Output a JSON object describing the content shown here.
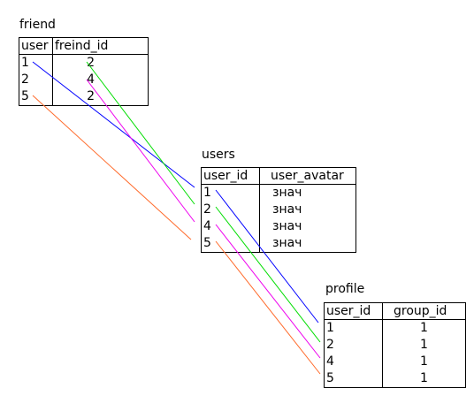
{
  "friend": {
    "caption": "friend",
    "headers": [
      "user",
      "freind_id"
    ],
    "rows": [
      [
        "1",
        "2"
      ],
      [
        "2",
        "4"
      ],
      [
        "5",
        "2"
      ]
    ]
  },
  "users": {
    "caption": "users",
    "headers": [
      "user_id",
      "user_avatar"
    ],
    "rows": [
      [
        "1",
        "знач"
      ],
      [
        "2",
        "знач"
      ],
      [
        "4",
        "знач"
      ],
      [
        "5",
        "знач"
      ]
    ]
  },
  "profile": {
    "caption": "profile",
    "headers": [
      "user_id",
      "group_id"
    ],
    "rows": [
      [
        "1",
        "1"
      ],
      [
        "2",
        "1"
      ],
      [
        "4",
        "1"
      ],
      [
        "5",
        "1"
      ]
    ]
  },
  "links": [
    {
      "from": "friend.user.1",
      "to": "users.user_id.1",
      "color": "#0000ff"
    },
    {
      "from": "friend.freind_id.2",
      "to": "users.user_id.2",
      "color": "#00dd00"
    },
    {
      "from": "friend.freind_id.4",
      "to": "users.user_id.4",
      "color": "#ee00ee"
    },
    {
      "from": "friend.user.5",
      "to": "users.user_id.5",
      "color": "#ff6a2a"
    },
    {
      "from": "users.user_id.1",
      "to": "profile.user_id.1",
      "color": "#0000ff"
    },
    {
      "from": "users.user_id.2",
      "to": "profile.user_id.2",
      "color": "#00dd00"
    },
    {
      "from": "users.user_id.4",
      "to": "profile.user_id.4",
      "color": "#ee00ee"
    },
    {
      "from": "users.user_id.5",
      "to": "profile.user_id.5",
      "color": "#ff6a2a"
    }
  ]
}
